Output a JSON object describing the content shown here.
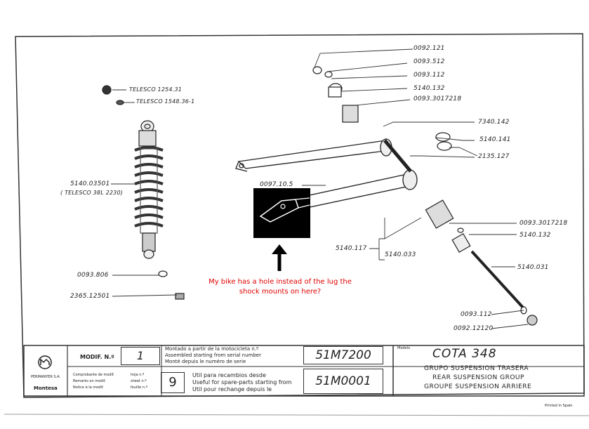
{
  "parts": {
    "p0092_121": "0092.121",
    "p0093_512": "0093.512",
    "p0093_112_top": "0093.112",
    "p5140_132_top": "5140.132",
    "p0093_3017218_top": "0093.3017218",
    "p7340_142": "7340.142",
    "p5140_141": "5140.141",
    "p2135_127": "2135.127",
    "p0097_10_5": "0097.10.5",
    "p0093_3017218_mid": "0093.3017218",
    "p5140_132_mid": "5140.132",
    "p5140_117": "5140.117",
    "p5140_033": "5140.033",
    "p5140_031": "5140.031",
    "p0093_112_bot": "0093.112",
    "p0092_12120": "0092.12120",
    "telesco_1": "TELESCO 1254.31",
    "telesco_2": "TELESCO 1548.36-1",
    "p5140_03501": "5140.03501",
    "telesco_3": "( TELESCO 38L 2230)",
    "p0093_806": "0093.806",
    "p2365_12501": "2365.12501"
  },
  "annotation": {
    "line1": "My bike has a hole instead of the lug the",
    "line2": "shock mounts on here?"
  },
  "footer": {
    "brand": "Montesa",
    "company_small": "PERMANYER S.A.",
    "modif_label": "MODIF. N.º",
    "modif_value": "1",
    "montado_es": "Montado a partir de la motocicleta n.º",
    "montado_en": "Assembled starting from serial number",
    "montado_fr": "Monté depuis le numéro de serie",
    "serial_start": "51M7200",
    "comp_es": "Comprobante de modif.",
    "comp_en": "Remarks on modif.",
    "comp_fr": "Notice à la modif.",
    "hoja_es": "hoja n.º",
    "hoja_en": "sheet n.º",
    "hoja_fr": "feuille n.º",
    "sheet_value": "9",
    "util_es": "Util para recambios desde",
    "util_en": "Useful for spare-parts starting from",
    "util_fr": "Util pour rechange depuis le",
    "serial_spare": "51M0001",
    "model_label": "Modelo",
    "model": "COTA   348",
    "group_es": "GRUPO SUSPENSION TRASERA",
    "group_en": "REAR SUSPENSION GROUP",
    "group_fr": "GROUPE SUSPENSION ARRIERE",
    "printed": "Printed in Spain"
  }
}
